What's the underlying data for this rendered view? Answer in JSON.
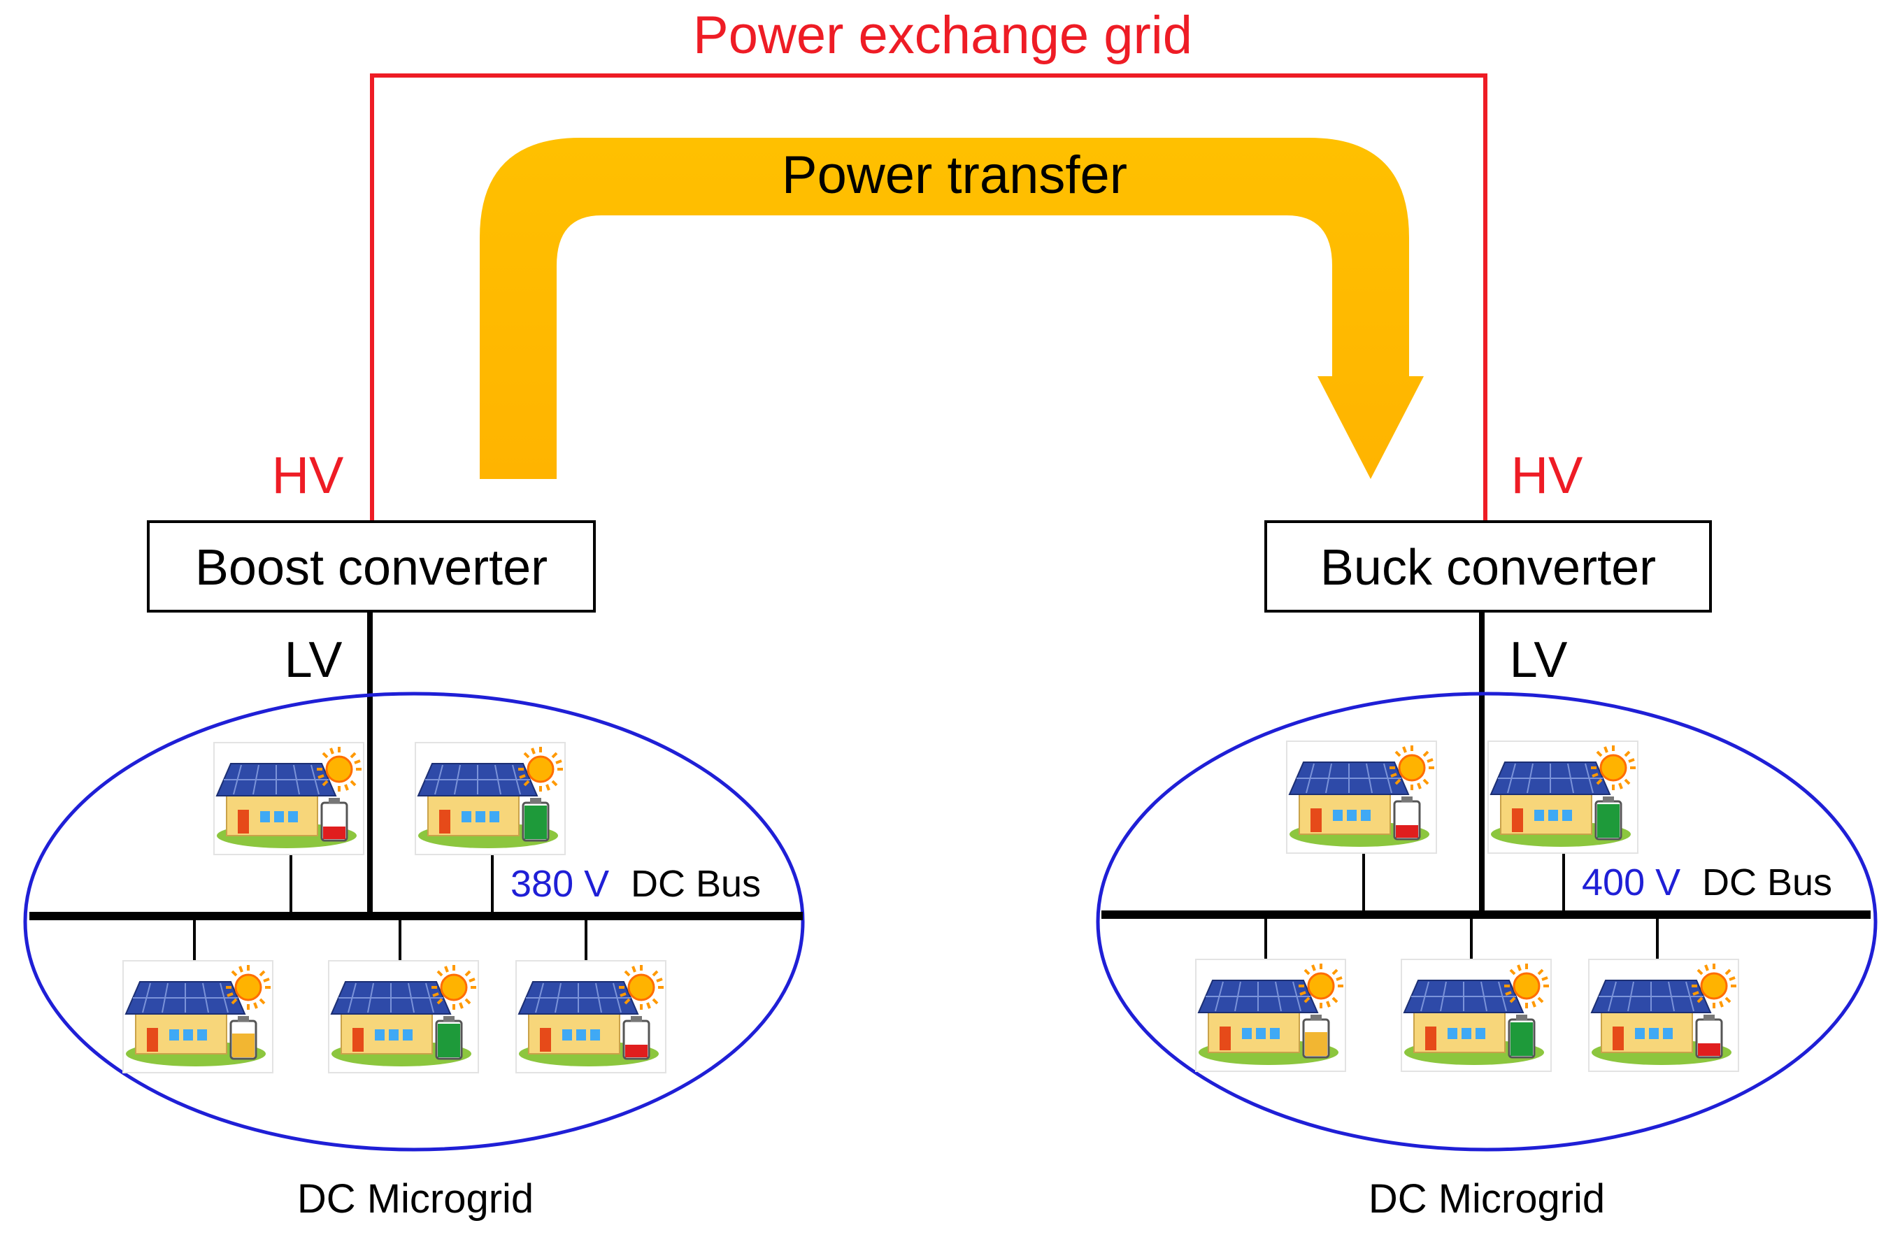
{
  "title": "Power exchange grid",
  "arrow_label": "Power transfer",
  "left": {
    "hv_label": "HV",
    "converter_label": "Boost converter",
    "lv_label": "LV",
    "bus_voltage": "380 V",
    "bus_label": "DC Bus",
    "grid_label": "DC Microgrid"
  },
  "right": {
    "hv_label": "HV",
    "converter_label": "Buck converter",
    "lv_label": "LV",
    "bus_voltage": "400 V",
    "bus_label": "DC Bus",
    "grid_label": "DC Microgrid"
  },
  "colors": {
    "grid_line": "#ee1c25",
    "arrow": "#ffc000",
    "ellipse": "#1f1fd6",
    "voltage_text": "#1f1fd6",
    "bus": "#000000"
  },
  "icons": {
    "house": "house-solar-icon",
    "battery": "battery-icon",
    "sun": "sun-icon"
  }
}
